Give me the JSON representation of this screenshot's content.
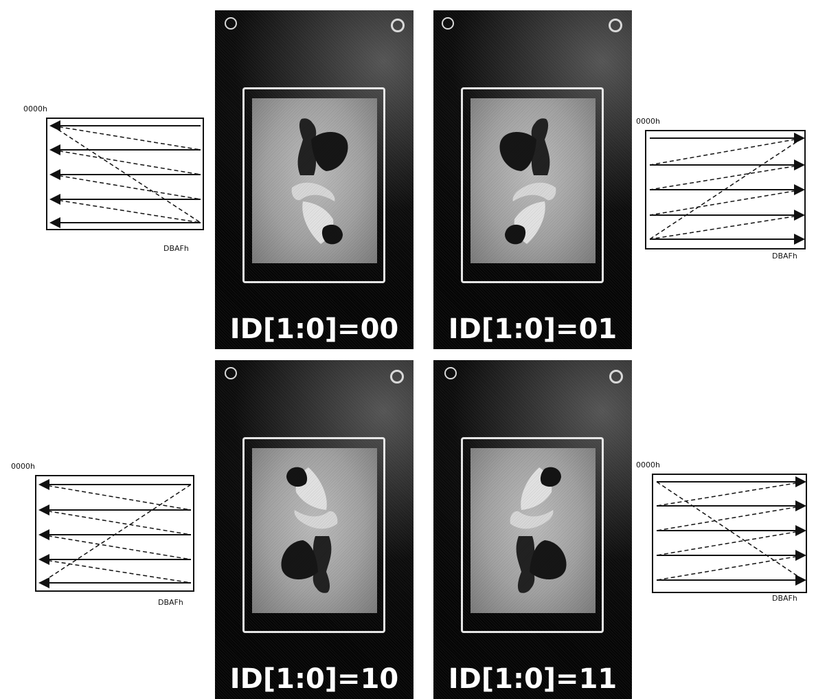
{
  "panels": [
    {
      "label": "ID[1:0]=00"
    },
    {
      "label": "ID[1:0]=01"
    },
    {
      "label": "ID[1:0]=10"
    },
    {
      "label": "ID[1:0]=11"
    }
  ],
  "diagrams": [
    {
      "start_addr": "0000h",
      "end_addr": "DBAFh"
    },
    {
      "start_addr": "0000h",
      "end_addr": "DBAFh"
    },
    {
      "start_addr": "0000h",
      "end_addr": "DBAFh"
    },
    {
      "start_addr": "0000h",
      "end_addr": "DBAFh"
    }
  ],
  "colors": {
    "panel_bg": "#050505",
    "label_text": "#ffffff",
    "diagram_line": "#111111"
  }
}
